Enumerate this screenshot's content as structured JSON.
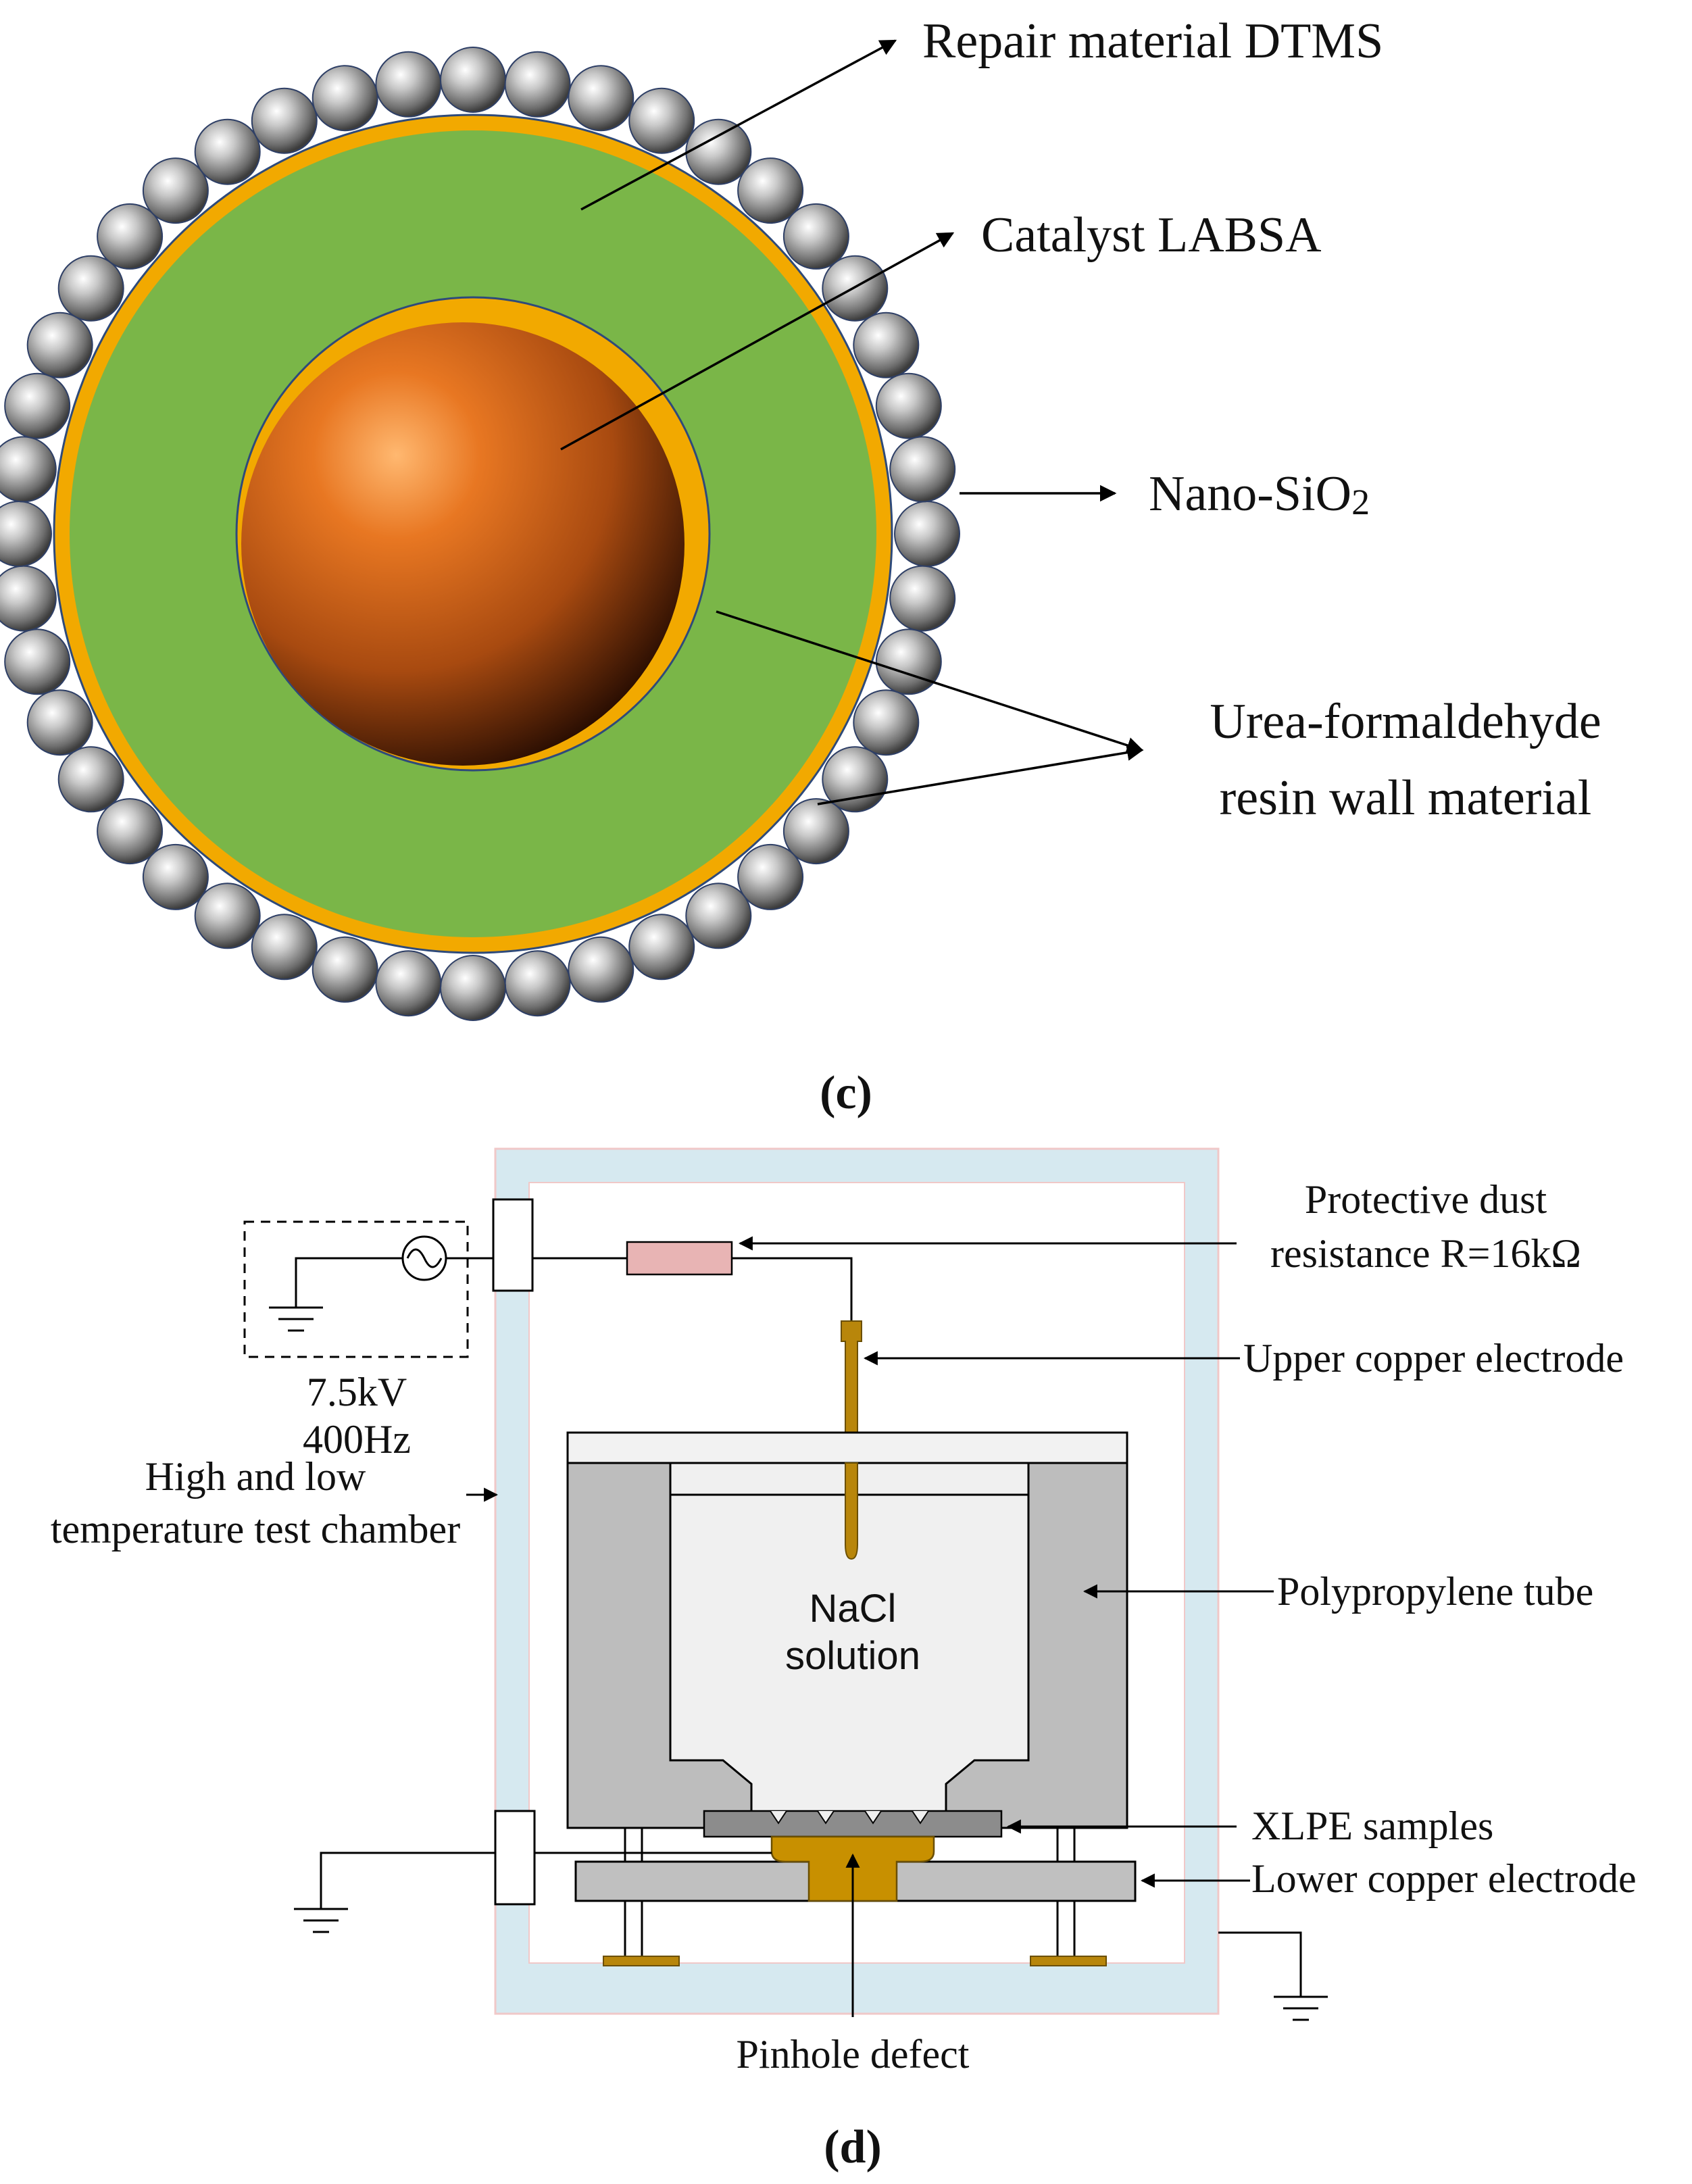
{
  "figure_c": {
    "caption": "(c)",
    "labels": {
      "repair": "Repair material DTMS",
      "catalyst": "Catalyst LABSA",
      "nano": "Nano-SiO",
      "nano_sub": "2",
      "urea_line1": "Urea-formaldehyde",
      "urea_line2": "resin wall material"
    },
    "colors": {
      "shell_green": "#7ab648",
      "wall_gold": "#f2a900",
      "core_orange": "#d9651c",
      "particle_gray": "#9a9a9a"
    }
  },
  "figure_d": {
    "caption": "(d)",
    "labels": {
      "resistor_line1": "Protective dust",
      "resistor_line2": "resistance R=16kΩ",
      "voltage": "7.5kV",
      "frequency": "400Hz",
      "chamber_line1": "High and low",
      "chamber_line2": "temperature test chamber",
      "upper_electrode": "Upper copper electrode",
      "tube": "Polypropylene tube",
      "solution_line1": "NaCl",
      "solution_line2": "solution",
      "samples": "XLPE samples",
      "lower_electrode": "Lower copper electrode",
      "pinhole": "Pinhole defect"
    },
    "colors": {
      "chamber": "#d6e9f0",
      "tube": "#bdbdbd",
      "solution": "#f0f0f0",
      "copper": "#b8860b",
      "resistor": "#e8b4b4",
      "sample": "#8c8c8c"
    }
  }
}
